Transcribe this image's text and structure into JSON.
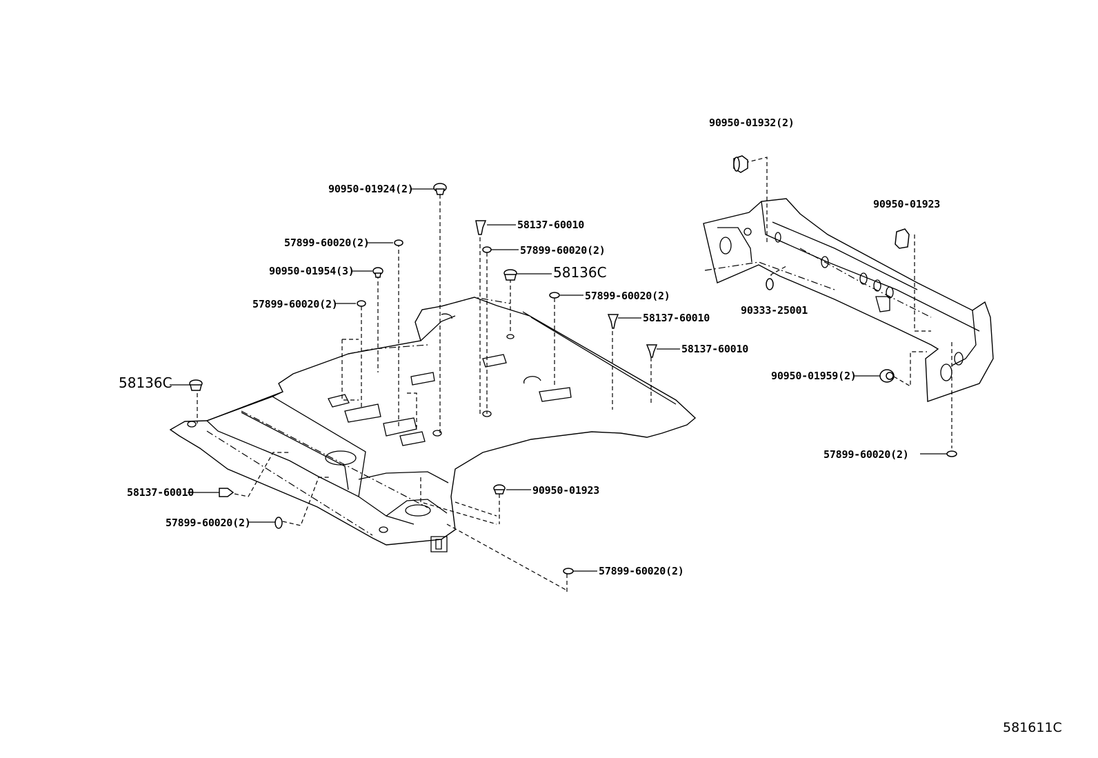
{
  "figure_code": "581611C",
  "callouts": [
    {
      "id": "c1",
      "part": "90950-01932",
      "qty": "(2)"
    },
    {
      "id": "c2",
      "part": "90950-01924",
      "qty": "(2)"
    },
    {
      "id": "c3",
      "part": "58137-60010",
      "qty": ""
    },
    {
      "id": "c4",
      "part": "57899-60020",
      "qty": "(2)"
    },
    {
      "id": "c5",
      "part": "57899-60020",
      "qty": "(2)"
    },
    {
      "id": "c6",
      "part": "90950-01954",
      "qty": "(3)"
    },
    {
      "id": "c7",
      "part": "58136C",
      "qty": ""
    },
    {
      "id": "c8",
      "part": "57899-60020",
      "qty": "(2)"
    },
    {
      "id": "c9",
      "part": "57899-60020",
      "qty": "(2)"
    },
    {
      "id": "c10",
      "part": "58137-60010",
      "qty": ""
    },
    {
      "id": "c11",
      "part": "58137-60010",
      "qty": ""
    },
    {
      "id": "c12",
      "part": "90950-01923",
      "qty": ""
    },
    {
      "id": "c13",
      "part": "90333-25001",
      "qty": ""
    },
    {
      "id": "c14",
      "part": "90950-01959",
      "qty": "(2)"
    },
    {
      "id": "c15",
      "part": "58136C",
      "qty": ""
    },
    {
      "id": "c16",
      "part": "57899-60020",
      "qty": "(2)"
    },
    {
      "id": "c17",
      "part": "58137-60010",
      "qty": ""
    },
    {
      "id": "c18",
      "part": "90950-01923",
      "qty": ""
    },
    {
      "id": "c19",
      "part": "57899-60020",
      "qty": "(2)"
    },
    {
      "id": "c20",
      "part": "57899-60020",
      "qty": "(2)"
    }
  ]
}
